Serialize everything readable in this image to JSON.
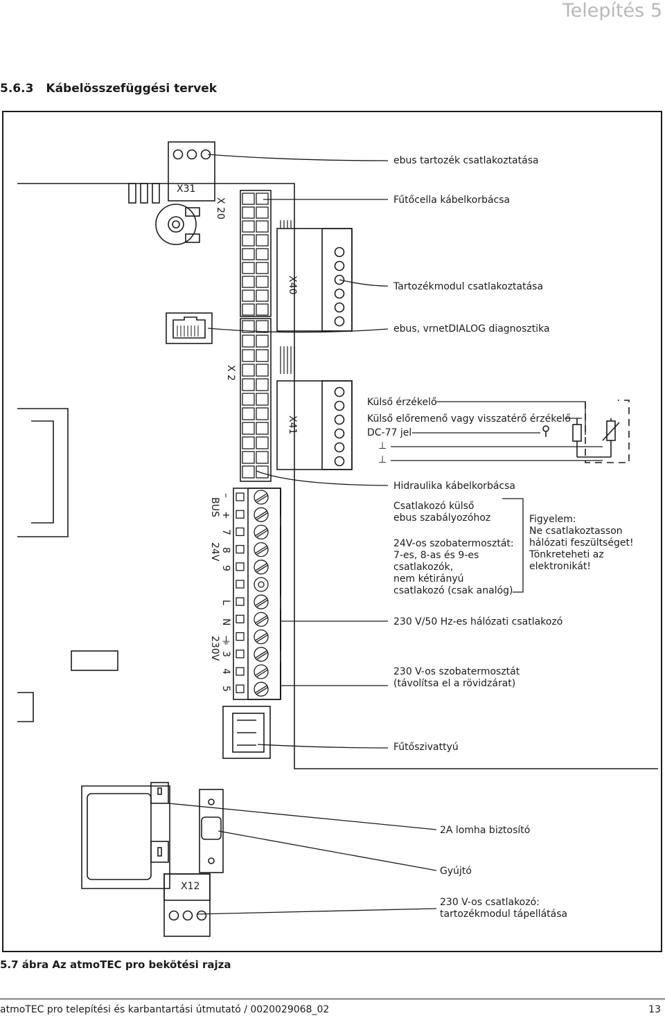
{
  "header": {
    "title": "Telepítés 5"
  },
  "section": {
    "number": "5.6.3",
    "title": "Kábelösszefüggési tervek"
  },
  "diagram": {
    "connectors": {
      "x31": "X31",
      "x20": "X 20",
      "x2": "X 2",
      "x40": "X40",
      "x41": "X41",
      "x12": "X12"
    },
    "terminals": {
      "minus": "–",
      "plus": "+",
      "t7": "7",
      "t8": "8",
      "t9": "9",
      "L": "L",
      "N": "N",
      "t3": "3",
      "t4": "4",
      "t5": "5",
      "bus": "BUS",
      "v24": "24V",
      "v230": "230V"
    },
    "labels": {
      "ebus_accessory": "ebus tartozék csatlakoztatása",
      "heating_cell": "Fűtőcella kábelkorbácsa",
      "accessory_module": "Tartozékmodul csatlakoztatása",
      "ebus_diag": "ebus, vrnetDIALOG diagnosztika",
      "outdoor_sensor": "Külső érzékelő",
      "flow_sensor": "Külső előremenő vagy visszatérő érzékelő",
      "dc77": "DC-77 jel",
      "hydraulics": "Hidraulika kábelkorbácsa",
      "ebus_controller": "Csatlakozó külső\nebus szabályozóhoz",
      "thermostat_24v": "24V-os szobatermosztát:\n7-es, 8-as és 9-es\ncsatlakozók,\nnem kétirányú\ncsatlakozó (csak analóg)",
      "warning": "Figyelem:\nNe csatlakoztasson\nhálózati feszültséget!\nTönkreteheti az\nelektronikát!",
      "mains": "230 V/50 Hz-es hálózati csatlakozó",
      "thermostat_230v": "230 V-os szobatermosztát\n(távolítsa el a rövidzárat)",
      "pump": "Fűtőszivattyú",
      "fuse": "2A lomha biztosító",
      "igniter": "Gyújtó",
      "accessory_power": "230 V-os csatlakozó:\ntartozékmodul tápellátása"
    }
  },
  "caption": "5.7 ábra Az atmoTEC pro bekötési rajza",
  "footer": {
    "left": "atmoTEC pro telepítési és karbantartási útmutató / 0020029068_02",
    "page": "13"
  }
}
